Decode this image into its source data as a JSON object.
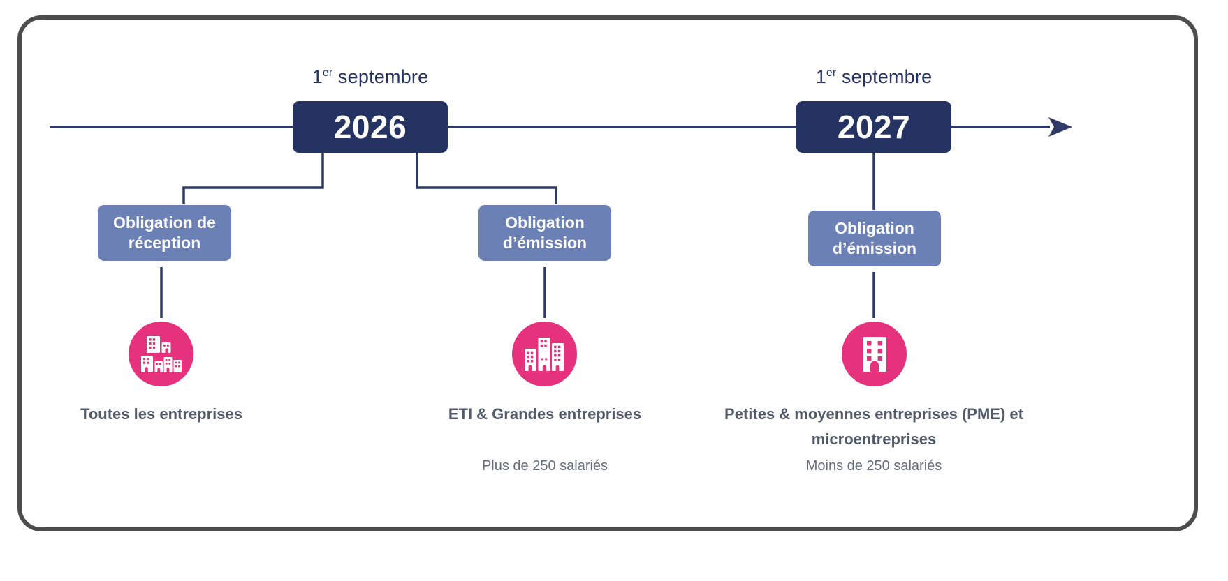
{
  "theme": {
    "frame_border": "#4d4d4d",
    "navy": "#243361",
    "periwinkle": "#6b80b4",
    "pink": "#e6317c",
    "slate_text": "#525b6b",
    "background": "#ffffff"
  },
  "timeline": {
    "axis_name": "horizontal-timeline-axis",
    "direction": "left-to-right",
    "arrow": "right-arrowhead",
    "milestones": [
      {
        "date_prefix": "1",
        "date_sup": "er",
        "date_month": " septembre",
        "year": "2026"
      },
      {
        "date_prefix": "1",
        "date_sup": "er",
        "date_month": " septembre",
        "year": "2027"
      }
    ]
  },
  "columns": [
    {
      "obligation": "Obligation de réception",
      "icon": "city-buildings-icon",
      "caption": "Toutes les entreprises",
      "subcaption": ""
    },
    {
      "obligation": "Obligation d’émission",
      "icon": "four-buildings-icon",
      "caption": "ETI & Grandes entreprises",
      "subcaption": "Plus de 250 salariés"
    },
    {
      "obligation": "Obligation d’émission",
      "icon": "single-building-icon",
      "caption": "Petites & moyennes entreprises (PME) et microentreprises",
      "subcaption": "Moins de 250 salariés"
    }
  ]
}
